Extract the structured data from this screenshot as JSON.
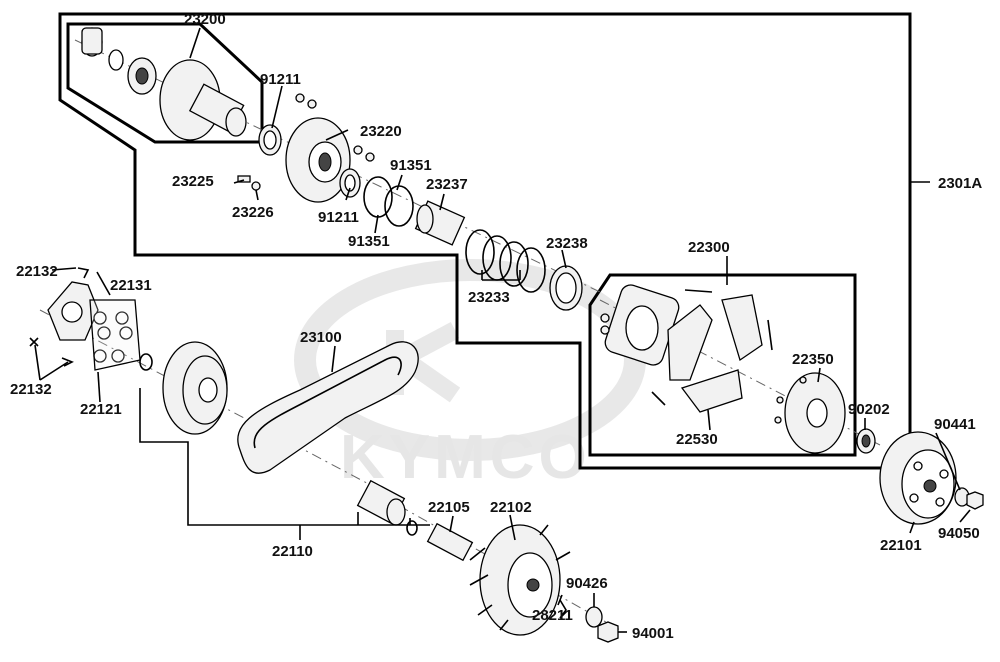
{
  "watermark": "KYMCO",
  "labels": {
    "p23200": "23200",
    "p91211_top": "91211",
    "p23220": "23220",
    "p91351_top": "91351",
    "p23225": "23225",
    "p23237": "23237",
    "p23226": "23226",
    "p91211_bottom": "91211",
    "p91351_bottom": "91351",
    "p23238": "23238",
    "p22300": "22300",
    "p22132_top": "22132",
    "p22131": "22131",
    "p23233": "23233",
    "p23100": "23100",
    "p22350": "22350",
    "p22132_bottom": "22132",
    "p90202": "90202",
    "p22121": "22121",
    "p90441": "90441",
    "p22530": "22530",
    "p2301A": "2301A",
    "p22105": "22105",
    "p22102": "22102",
    "p94050": "94050",
    "p22101": "22101",
    "p22110": "22110",
    "p90426": "90426",
    "p28211": "28211",
    "p94001": "94001"
  }
}
